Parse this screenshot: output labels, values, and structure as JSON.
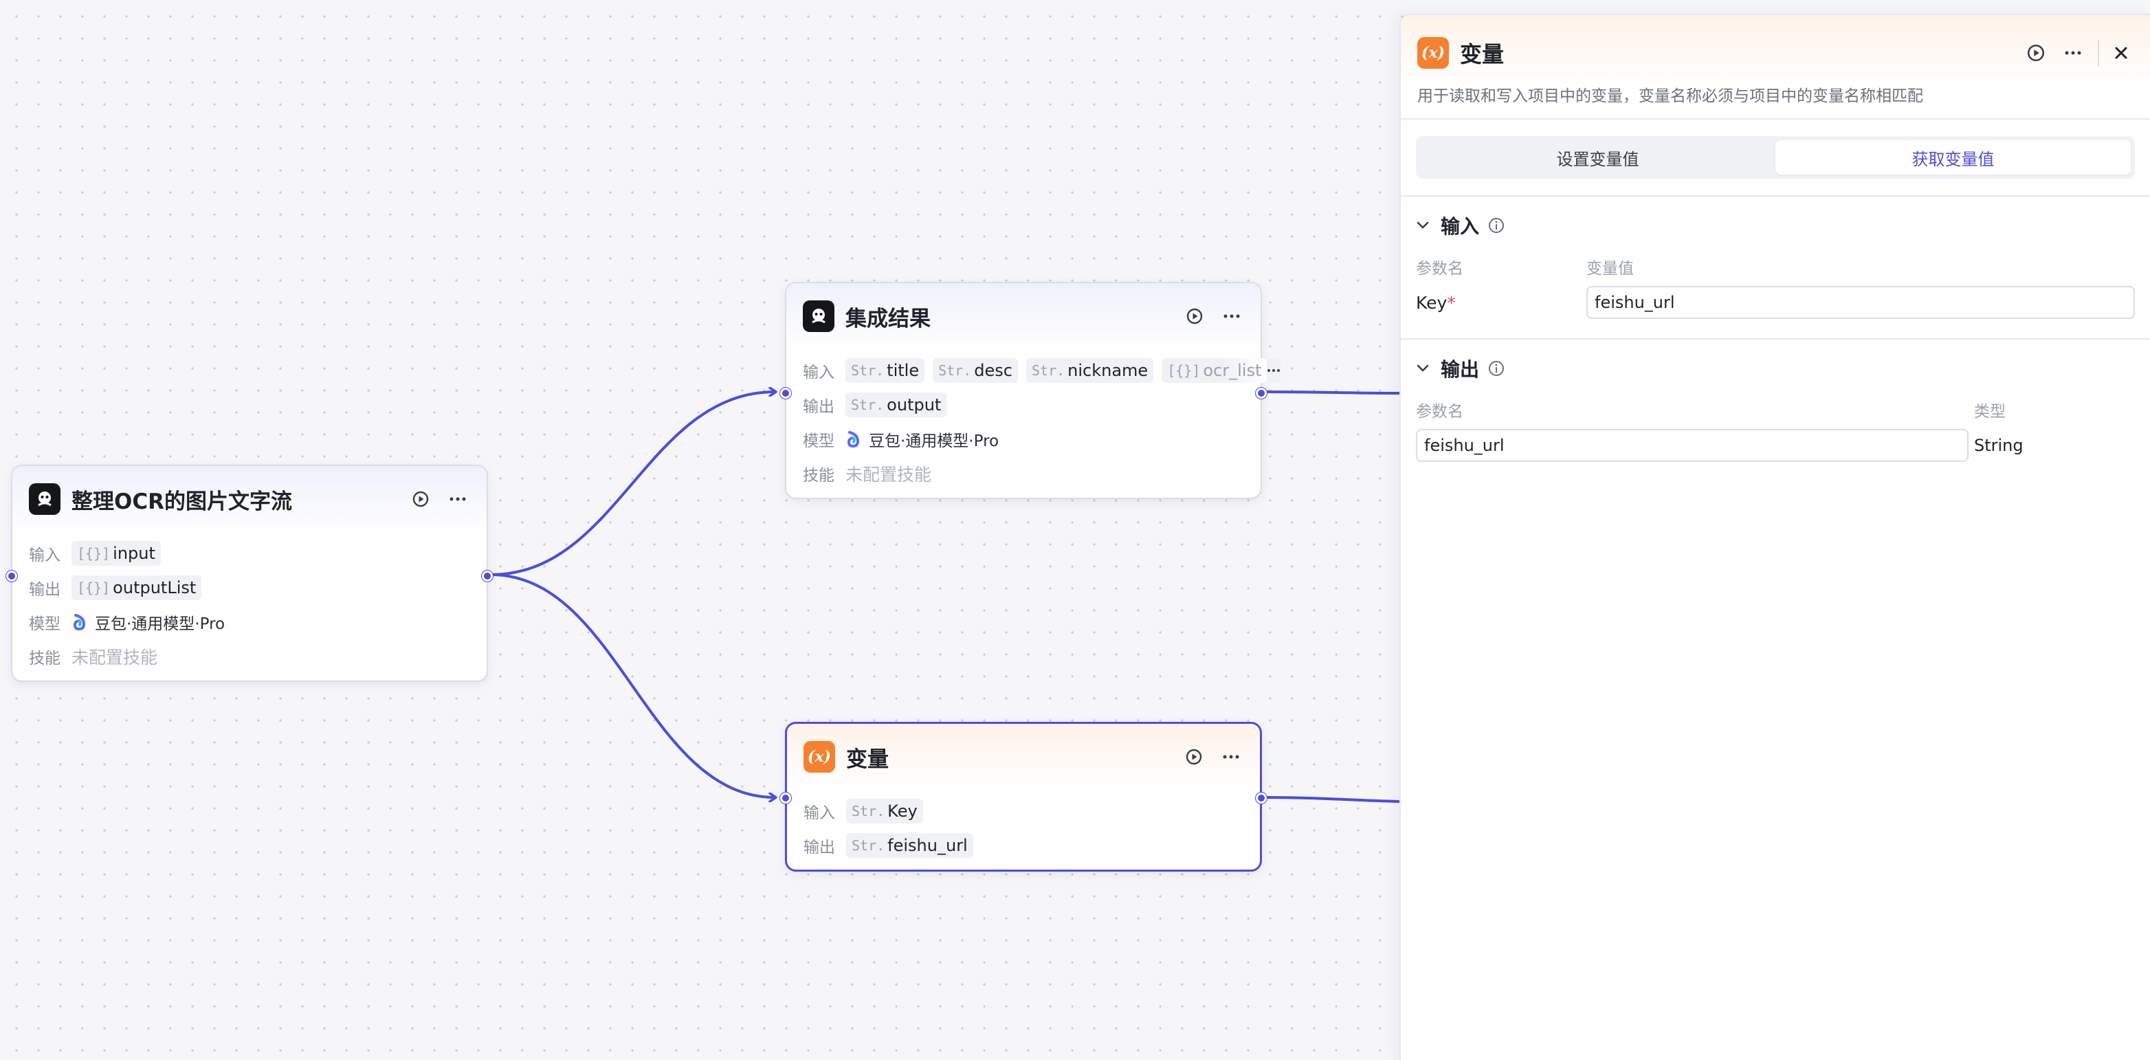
{
  "nodes": {
    "ocr": {
      "title": "整理OCR的图片文字流",
      "input_label": "输入",
      "input_tag": "input",
      "output_label": "输出",
      "output_tag": "outputList",
      "model_label": "模型",
      "model_value": "豆包·通用模型·Pro",
      "skill_label": "技能",
      "skill_value": "未配置技能"
    },
    "combine": {
      "title": "集成结果",
      "input_label": "输入",
      "inputs": [
        "title",
        "desc",
        "nickname",
        "ocr_list"
      ],
      "output_label": "输出",
      "output_tag": "output",
      "model_label": "模型",
      "model_value": "豆包·通用模型·Pro",
      "skill_label": "技能",
      "skill_value": "未配置技能"
    },
    "variable": {
      "title": "变量",
      "input_label": "输入",
      "input_tag": "Key",
      "output_label": "输出",
      "output_tag": "feishu_url"
    }
  },
  "type_prefixes": {
    "str": "Str.",
    "arr": "[{}]"
  },
  "icons": {
    "var_icon": "(x)"
  },
  "panel": {
    "title": "变量",
    "description": "用于读取和写入项目中的变量，变量名称必须与项目中的变量名称相匹配",
    "tabs": [
      "设置变量值",
      "获取变量值"
    ],
    "active_tab": 1,
    "input_section": {
      "title": "输入",
      "col_param": "参数名",
      "col_value": "变量值",
      "key_label": "Key",
      "required_mark": "*",
      "key_value": "feishu_url"
    },
    "output_section": {
      "title": "输出",
      "col_param": "参数名",
      "col_type": "类型",
      "name_value": "feishu_url",
      "type_value": "String"
    }
  },
  "colors": {
    "accent": "#4e4ed6",
    "var_orange": "#f5802f",
    "edge": "#4a4fd8"
  }
}
